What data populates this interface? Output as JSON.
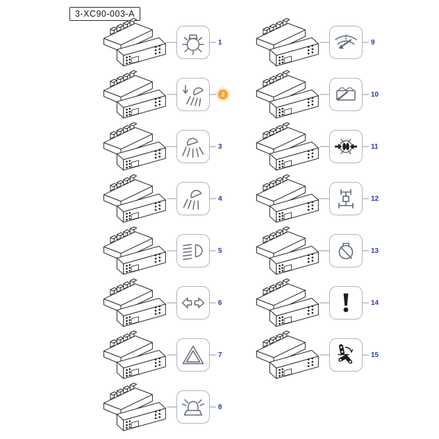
{
  "diagram": {
    "label": "3-XC90-003-A",
    "colors": {
      "callout_blue": "#2a35c0",
      "highlight_orange": "#f0a437",
      "connector_gray": "#c6cbd4",
      "symbol_box_border": "#aeb4be",
      "icon_stroke": "#626a76",
      "switch_stroke": "#2f2f2f"
    },
    "items": [
      {
        "number": "1",
        "icon": "interior-light-icon",
        "col": "left",
        "row": 0,
        "highlighted": false
      },
      {
        "number": "2",
        "icon": "headlamp-leveling-icon",
        "col": "left",
        "row": 1,
        "highlighted": true
      },
      {
        "number": "3",
        "icon": "work-lamp-front-icon",
        "col": "left",
        "row": 2,
        "highlighted": false
      },
      {
        "number": "4",
        "icon": "work-lamp-rear-icon",
        "col": "left",
        "row": 3,
        "highlighted": false
      },
      {
        "number": "5",
        "icon": "low-beam-icon",
        "col": "left",
        "row": 4,
        "highlighted": false
      },
      {
        "number": "6",
        "icon": "turn-signal-icon",
        "col": "left",
        "row": 5,
        "highlighted": false
      },
      {
        "number": "7",
        "icon": "hazard-warning-icon",
        "col": "left",
        "row": 6,
        "highlighted": false
      },
      {
        "number": "8",
        "icon": "beacon-icon",
        "col": "left",
        "row": 7,
        "highlighted": false
      },
      {
        "number": "9",
        "icon": "windshield-wiper-icon",
        "col": "right",
        "row": 0,
        "highlighted": false
      },
      {
        "number": "10",
        "icon": "rear-wiper-icon",
        "col": "right",
        "row": 1,
        "highlighted": false
      },
      {
        "number": "11",
        "icon": "diff-lock-icon",
        "col": "right",
        "row": 2,
        "highlighted": false
      },
      {
        "number": "12",
        "icon": "four-wheel-drive-icon",
        "col": "right",
        "row": 3,
        "highlighted": false
      },
      {
        "number": "13",
        "icon": "pto-icon",
        "col": "right",
        "row": 4,
        "highlighted": false
      },
      {
        "number": "14",
        "icon": "warning-exclamation-icon",
        "col": "right",
        "row": 5,
        "highlighted": false
      },
      {
        "number": "15",
        "icon": "hitch-linkage-icon",
        "col": "right",
        "row": 6,
        "highlighted": false
      }
    ]
  }
}
